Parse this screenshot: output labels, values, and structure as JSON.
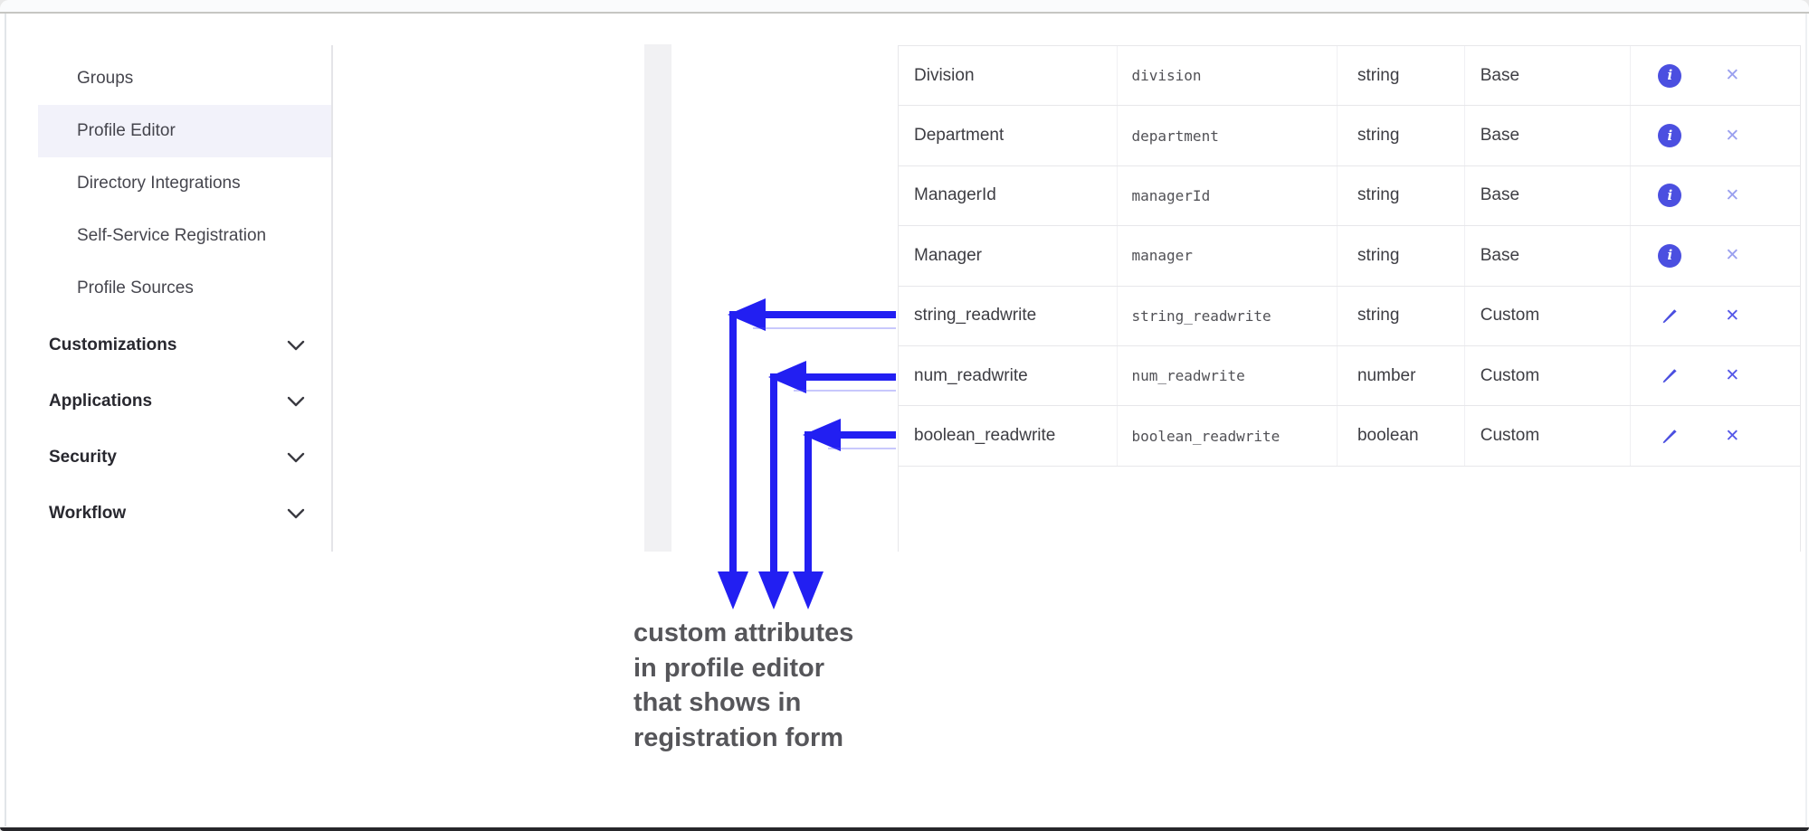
{
  "sidebar": {
    "items": [
      {
        "label": "Groups",
        "active": false
      },
      {
        "label": "Profile Editor",
        "active": true
      },
      {
        "label": "Directory Integrations",
        "active": false
      },
      {
        "label": "Self-Service Registration",
        "active": false
      },
      {
        "label": "Profile Sources",
        "active": false
      }
    ],
    "sections": [
      {
        "label": "Customizations"
      },
      {
        "label": "Applications"
      },
      {
        "label": "Security"
      },
      {
        "label": "Workflow"
      }
    ]
  },
  "attributes_table": {
    "rows": [
      {
        "display_name": "Division",
        "variable_name": "division",
        "type": "string",
        "source": "Base",
        "action": "info"
      },
      {
        "display_name": "Department",
        "variable_name": "department",
        "type": "string",
        "source": "Base",
        "action": "info"
      },
      {
        "display_name": "ManagerId",
        "variable_name": "managerId",
        "type": "string",
        "source": "Base",
        "action": "info"
      },
      {
        "display_name": "Manager",
        "variable_name": "manager",
        "type": "string",
        "source": "Base",
        "action": "info"
      },
      {
        "display_name": "string_readwrite",
        "variable_name": "string_readwrite",
        "type": "string",
        "source": "Custom",
        "action": "edit"
      },
      {
        "display_name": "num_readwrite",
        "variable_name": "num_readwrite",
        "type": "number",
        "source": "Custom",
        "action": "edit"
      },
      {
        "display_name": "boolean_readwrite",
        "variable_name": "boolean_readwrite",
        "type": "boolean",
        "source": "Custom",
        "action": "edit"
      }
    ]
  },
  "annotation": {
    "caption_lines": [
      "custom attributes",
      "in profile editor",
      "that shows in",
      "registration form"
    ],
    "arrow_color": "#221ff2"
  },
  "colors": {
    "accent_blue": "#4b4fe0",
    "remove_x_base": "#9aa0ef",
    "remove_x_custom": "#5558e8",
    "active_item_bg": "#f2f2fa",
    "caption_text": "#56565a"
  }
}
